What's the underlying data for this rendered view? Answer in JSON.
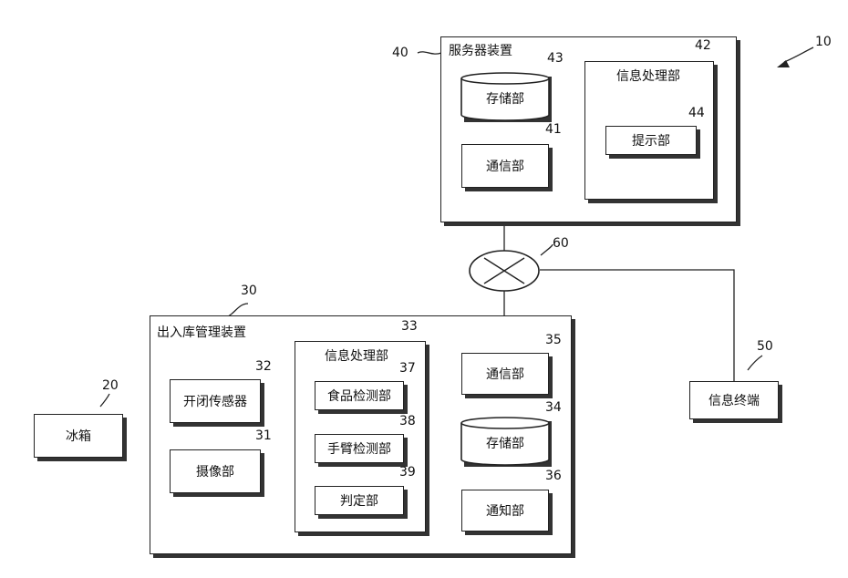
{
  "system": {
    "ref": "10"
  },
  "server": {
    "ref": "40",
    "title": "服务器装置",
    "storage": {
      "ref": "43",
      "label": "存储部"
    },
    "comm": {
      "ref": "41",
      "label": "通信部"
    },
    "processor": {
      "ref": "42",
      "label": "信息处理部"
    },
    "presenter": {
      "ref": "44",
      "label": "提示部"
    }
  },
  "network": {
    "ref": "60"
  },
  "terminal": {
    "ref": "50",
    "label": "信息终端"
  },
  "fridge": {
    "ref": "20",
    "label": "冰箱"
  },
  "manager": {
    "ref": "30",
    "title": "出入库管理装置",
    "sensor": {
      "ref": "32",
      "label": "开闭传感器"
    },
    "camera": {
      "ref": "31",
      "label": "摄像部"
    },
    "processor": {
      "ref": "33",
      "label": "信息处理部"
    },
    "food_detect": {
      "ref": "37",
      "label": "食品检测部"
    },
    "arm_detect": {
      "ref": "38",
      "label": "手臂检测部"
    },
    "judge": {
      "ref": "39",
      "label": "判定部"
    },
    "comm": {
      "ref": "35",
      "label": "通信部"
    },
    "storage": {
      "ref": "34",
      "label": "存储部"
    },
    "notify": {
      "ref": "36",
      "label": "通知部"
    }
  }
}
